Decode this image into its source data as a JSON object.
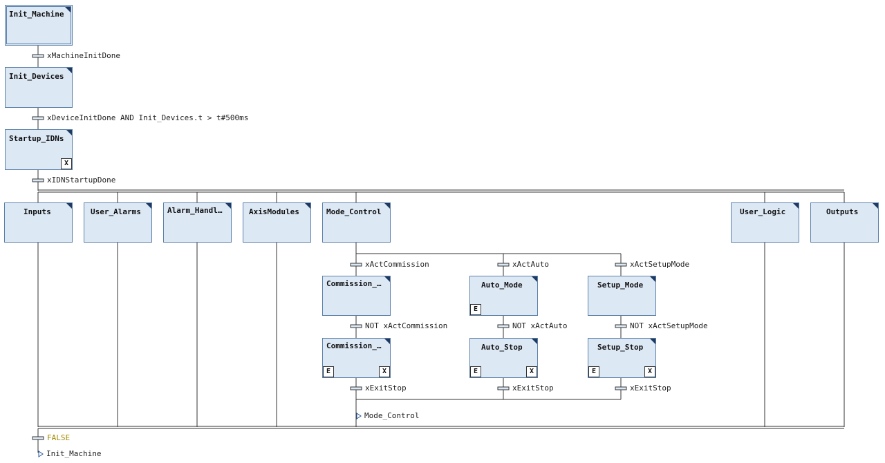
{
  "steps": {
    "init_machine": "Init_Machine",
    "init_devices": "Init_Devices",
    "startup_idns": "Startup_IDNs",
    "inputs": "Inputs",
    "user_alarms": "User_Alarms",
    "alarm_handl": "Alarm_Handl…",
    "axis_modules": "AxisModules",
    "mode_control": "Mode_Control",
    "user_logic": "User_Logic",
    "outputs": "Outputs",
    "commission_1": "Commission_…",
    "auto_mode": "Auto_Mode",
    "setup_mode": "Setup_Mode",
    "commission_2": "Commission_…",
    "auto_stop": "Auto_Stop",
    "setup_stop": "Setup_Stop"
  },
  "qualifiers": {
    "x": "X",
    "e": "E"
  },
  "transitions": {
    "t_machine_init": "xMachineInitDone",
    "t_device_init": "xDeviceInitDone AND Init_Devices.t > t#500ms",
    "t_idn_startup": "xIDNStartupDone",
    "t_act_commission": "xActCommission",
    "t_act_auto": "xActAuto",
    "t_act_setup": "xActSetupMode",
    "t_not_commission": "NOT xActCommission",
    "t_not_auto": "NOT xActAuto",
    "t_not_setup": "NOT xActSetupMode",
    "t_exit_1": "xExitStop",
    "t_exit_2": "xExitStop",
    "t_exit_3": "xExitStop",
    "t_false": "FALSE"
  },
  "jumps": {
    "j_mode_control": "Mode_Control",
    "j_init_machine": "Init_Machine"
  },
  "colors": {
    "step_fill": "#dde8f5",
    "step_border": "#5a7fa8",
    "corner": "#1f3a60",
    "line": "#333333",
    "false_text": "#a08a00"
  }
}
